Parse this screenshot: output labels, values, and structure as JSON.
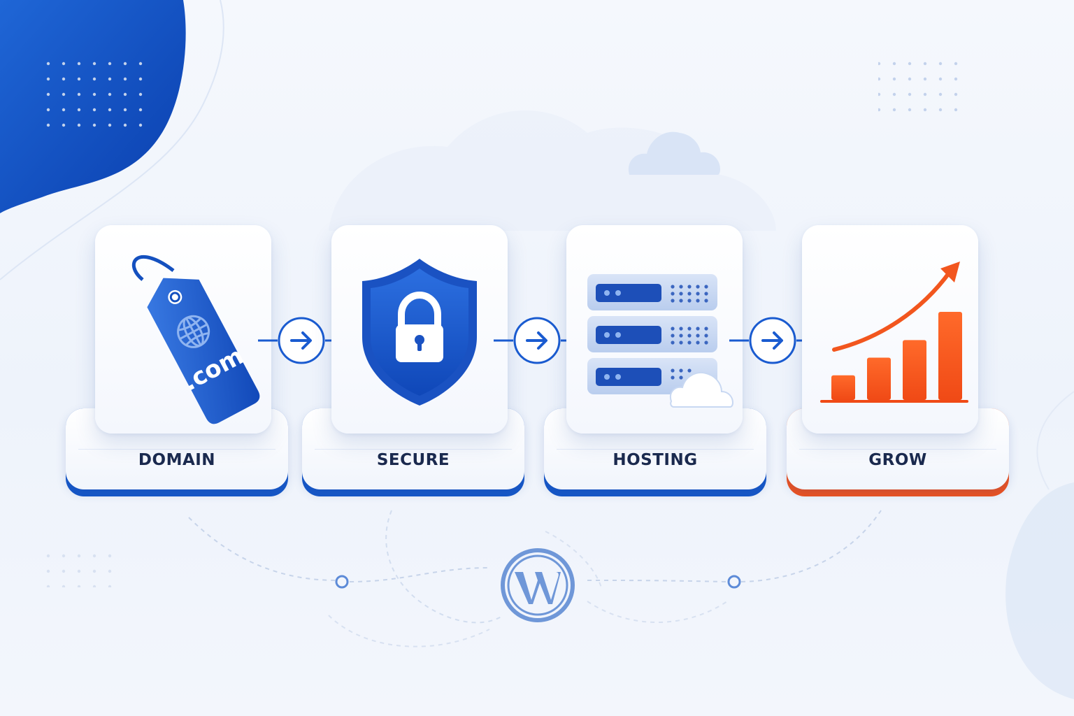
{
  "colors": {
    "brand_blue": "#1557c8",
    "accent_orange": "#f0521d",
    "label_text": "#1b2a4e",
    "logo_blue": "#6f97d8"
  },
  "steps": [
    {
      "label": "DOMAIN",
      "icon": "domain-tag-icon",
      "tag_text": ".com"
    },
    {
      "label": "SECURE",
      "icon": "shield-lock-icon"
    },
    {
      "label": "HOSTING",
      "icon": "server-stack-icon"
    },
    {
      "label": "GROW",
      "icon": "growth-chart-icon"
    }
  ],
  "connectors": [
    "arrow-right-icon",
    "arrow-right-icon",
    "arrow-right-icon"
  ],
  "footer_logo": "wordpress-logo-icon",
  "growth_chart": {
    "bars": [
      0.28,
      0.48,
      0.68,
      1.0
    ],
    "trend": "up"
  }
}
